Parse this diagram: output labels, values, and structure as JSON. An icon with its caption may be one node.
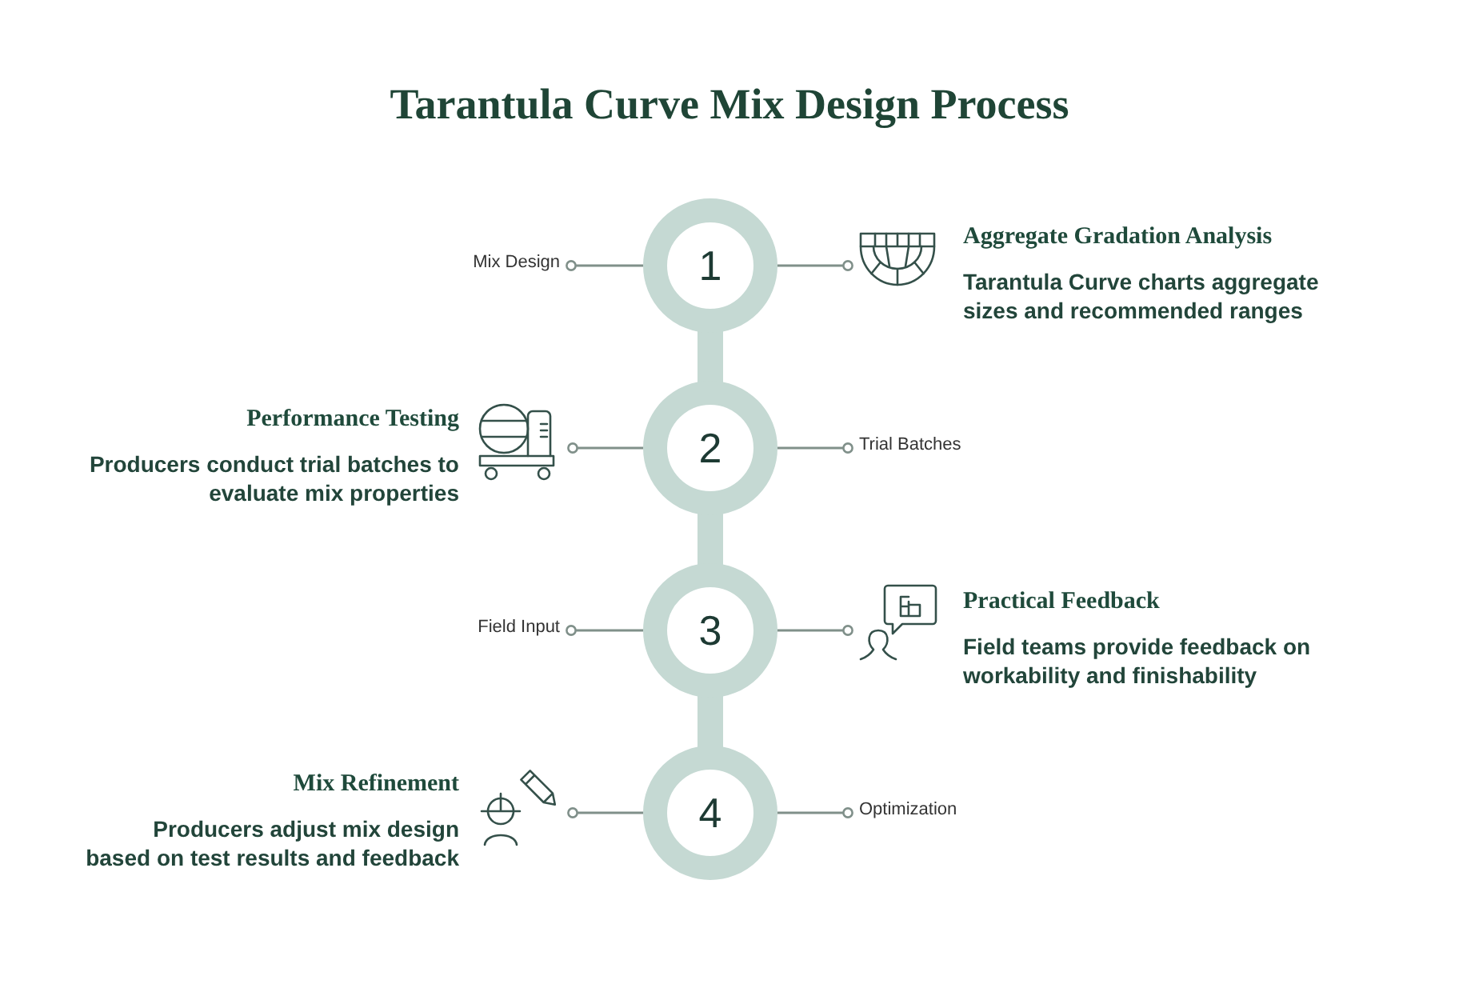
{
  "diagram": {
    "title": "Tarantula Curve Mix Design Process",
    "nodes": [
      {
        "text": [
          "Mix Design"
        ]
      },
      {
        "text": [
          "1"
        ]
      },
      {
        "text": [
          "Aggregate Gradation Analysis",
          "Tarantula Curve charts aggregate sizes and recommended ranges"
        ]
      },
      {
        "text": [
          "Performance Testing",
          "Producers conduct trial batches to evaluate mix properties"
        ]
      },
      {
        "text": [
          "2"
        ]
      },
      {
        "text": [
          "Trial Batches"
        ]
      },
      {
        "text": [
          "Field Input"
        ]
      },
      {
        "text": [
          "3"
        ]
      },
      {
        "text": [
          "Practical Feedback",
          "Field teams provide feedback on workability and finishability"
        ]
      },
      {
        "text": [
          "Mix Refinement",
          "Producers adjust mix design based on test results and feedback"
        ]
      },
      {
        "text": [
          "4"
        ]
      },
      {
        "text": [
          "Optimization"
        ]
      }
    ],
    "edges": [
      {
        "from": 1,
        "to": 0,
        "arrow": "other"
      },
      {
        "from": 1,
        "to": 2,
        "arrow": "other"
      },
      {
        "from": 1,
        "to": 4,
        "arrow": "none",
        "style": "thick",
        "color": "#c5d9d3"
      },
      {
        "from": 4,
        "to": 3,
        "arrow": "other"
      },
      {
        "from": 4,
        "to": 5,
        "arrow": "other"
      },
      {
        "from": 4,
        "to": 7,
        "arrow": "none",
        "style": "thick",
        "color": "#c5d9d3"
      },
      {
        "from": 7,
        "to": 6,
        "arrow": "other"
      },
      {
        "from": 7,
        "to": 8,
        "arrow": "other"
      },
      {
        "from": 7,
        "to": 10,
        "arrow": "none",
        "style": "thick",
        "color": "#c5d9d3"
      },
      {
        "from": 10,
        "to": 9,
        "arrow": "other"
      },
      {
        "from": 10,
        "to": 11,
        "arrow": "other"
      }
    ]
  }
}
